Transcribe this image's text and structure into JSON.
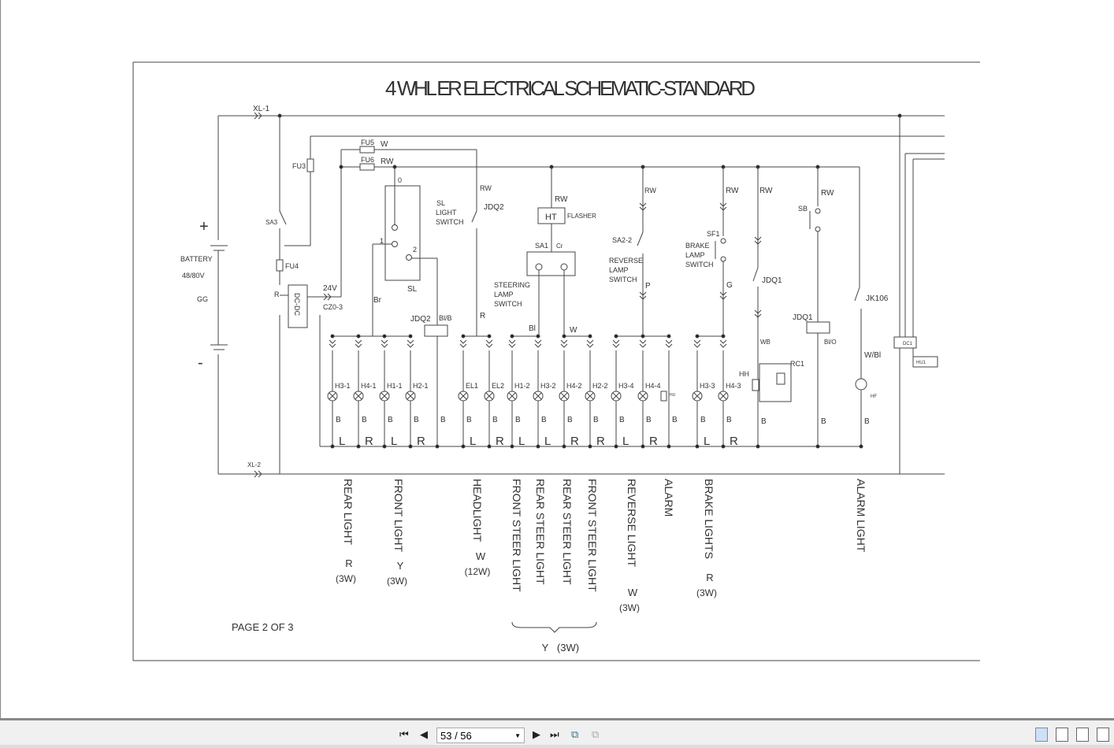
{
  "schematic": {
    "title": "4 WHL ER ELECTRICAL SCHEMATIC-STANDARD",
    "page_label": "PAGE 2 OF 3",
    "labels": {
      "xl1": "XL-1",
      "xl2": "XL-2",
      "plus": "+",
      "minus": "-",
      "battery": "BATTERY",
      "voltage": "48/80V",
      "gg": "GG",
      "fu3": "FU3",
      "fu4": "FU4",
      "fu5": "FU5",
      "fu6": "FU6",
      "w1": "W",
      "rw1": "RW",
      "sa3": "SA3",
      "r_dc": "R",
      "dcdc": "DC-DC",
      "v24": "24V",
      "cz03": "CZ0-3",
      "zero": "0",
      "one": "1",
      "two": "2",
      "sl": "SL",
      "br": "Br",
      "sl_switch1": "SL",
      "sl_switch2": "LIGHT",
      "sl_switch3": "SWITCH",
      "jdq2_sw": "JDQ2",
      "rw2": "RW",
      "jdq2": "JDQ2",
      "blb": "Bl/B",
      "r2": "R",
      "rw3": "RW",
      "ht": "HT",
      "flasher": "FLASHER",
      "sa1": "SA1",
      "cr": "Cr",
      "steer1": "STEERING",
      "steer2": "LAMP",
      "steer3": "SWITCH",
      "bl": "Bl",
      "w2": "W",
      "rw4": "RW",
      "sa22": "SA2-2",
      "rev1": "REVERSE",
      "rev2": "LAMP",
      "rev3": "SWITCH",
      "p": "P",
      "rw5": "RW",
      "sf1": "SF1",
      "brk1": "BRAKE",
      "brk2": "LAMP",
      "brk3": "SWITCH",
      "g": "G",
      "rw6": "RW",
      "jdq1_sw": "JDQ1",
      "wb": "WB",
      "hh": "HH",
      "rc1": "RC1",
      "rw7": "RW",
      "sb": "SB",
      "jdq1": "JDQ1",
      "blo": "Bl/O",
      "jk106": "JK106",
      "wbl": "W/Bl",
      "hf": "HF",
      "hu": "HU",
      "dc1": "DC1",
      "hu1": "HU1"
    },
    "lamps": [
      "H3-1",
      "H4-1",
      "H1-1",
      "H2-1",
      "EL1",
      "EL2",
      "H1-2",
      "H3-2",
      "H4-2",
      "H2-2",
      "H3-4",
      "H4-4",
      "H3-3",
      "H4-3"
    ],
    "ground_labels": [
      "B",
      "B",
      "B",
      "B",
      "B",
      "B",
      "B",
      "B",
      "B",
      "B",
      "B",
      "B",
      "B",
      "B",
      "B",
      "B",
      "B",
      "B",
      "B"
    ],
    "sides": [
      "L",
      "R",
      "L",
      "R",
      "L",
      "R",
      "L",
      "L",
      "R",
      "R",
      "L",
      "R",
      "L",
      "R"
    ],
    "circuits": [
      {
        "name": "REAR LIGHT",
        "color": "R",
        "power": "(3W)"
      },
      {
        "name": "FRONT LIGHT",
        "color": "Y",
        "power": "(3W)"
      },
      {
        "name": "HEADLIGHT",
        "color": "W",
        "power": "(12W)"
      },
      {
        "name": "FRONT STEER LIGHT"
      },
      {
        "name": "REAR STEER LIGHT"
      },
      {
        "name": "REAR STEER LIGHT"
      },
      {
        "name": "FRONT STEER LIGHT"
      },
      {
        "name": "REVERSE LIGHT",
        "color": "W",
        "power": "(3W)"
      },
      {
        "name": "ALARM"
      },
      {
        "name": "BRAKE LIGHTS",
        "color": "R",
        "power": "(3W)"
      },
      {
        "name": "ALARM LIGHT"
      }
    ],
    "steer_group": {
      "color": "Y",
      "power": "(3W)"
    }
  },
  "toolbar": {
    "page_indicator": "53 / 56",
    "first_icon": "first-page-icon",
    "prev_icon": "prev-page-icon",
    "next_icon": "next-page-icon",
    "last_icon": "last-page-icon"
  }
}
